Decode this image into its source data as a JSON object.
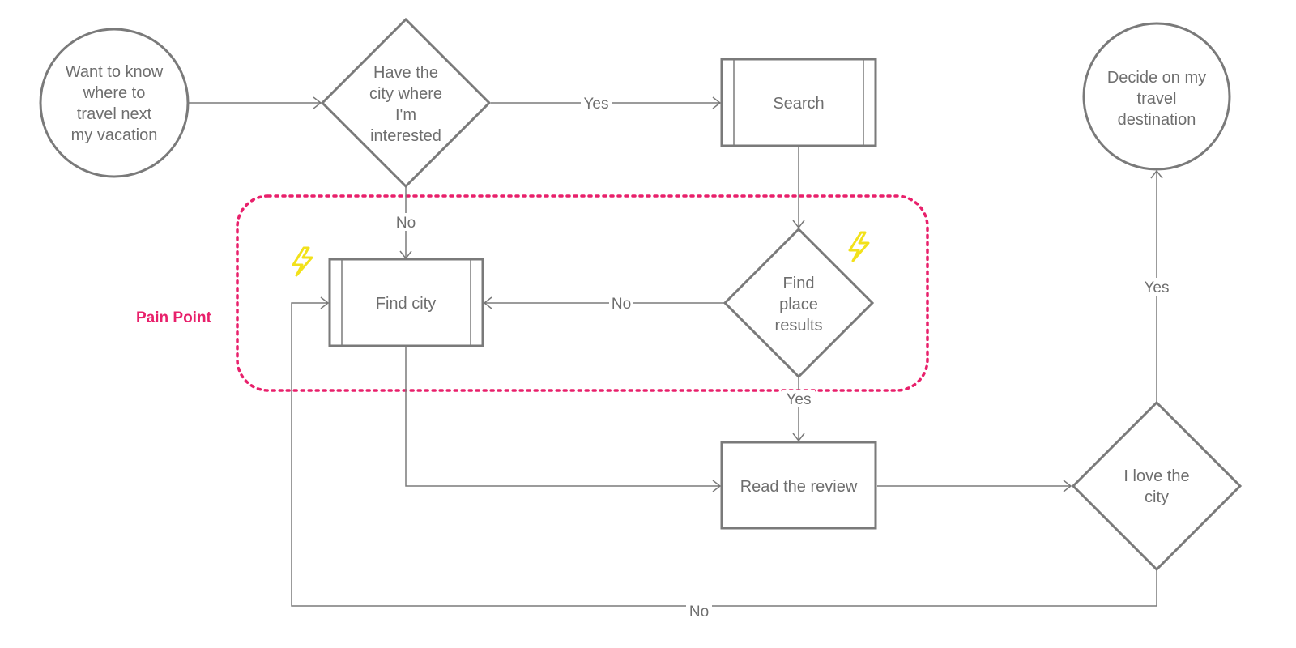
{
  "colors": {
    "stroke": "#7a7a7a",
    "text": "#6e6e6e",
    "pain_point": "#e8206b",
    "lightning": "#f2e11a",
    "background": "#ffffff"
  },
  "nodes": {
    "start": {
      "shape": "circle",
      "lines": [
        "Want to know",
        "where to",
        "travel next",
        "my vacation"
      ]
    },
    "have_city": {
      "shape": "diamond",
      "lines": [
        "Have the",
        "city where",
        "I'm",
        "interested"
      ]
    },
    "search": {
      "shape": "process",
      "lines": [
        "Search"
      ]
    },
    "find_city": {
      "shape": "process",
      "lines": [
        "Find city"
      ]
    },
    "find_place": {
      "shape": "diamond",
      "lines": [
        "Find",
        "place",
        "results"
      ]
    },
    "read_review": {
      "shape": "rectangle",
      "lines": [
        "Read the review"
      ]
    },
    "love_city": {
      "shape": "diamond",
      "lines": [
        "I love the",
        "city"
      ]
    },
    "decide": {
      "shape": "circle",
      "lines": [
        "Decide on my",
        "travel",
        "destination"
      ]
    }
  },
  "edges": {
    "have_to_search": "Yes",
    "have_to_find_city": "No",
    "place_to_find_city": "No",
    "place_to_review": "Yes",
    "love_to_decide": "Yes",
    "love_to_find_city": "No"
  },
  "pain_point": {
    "label": "Pain Point",
    "icon": "lightning-icon"
  }
}
